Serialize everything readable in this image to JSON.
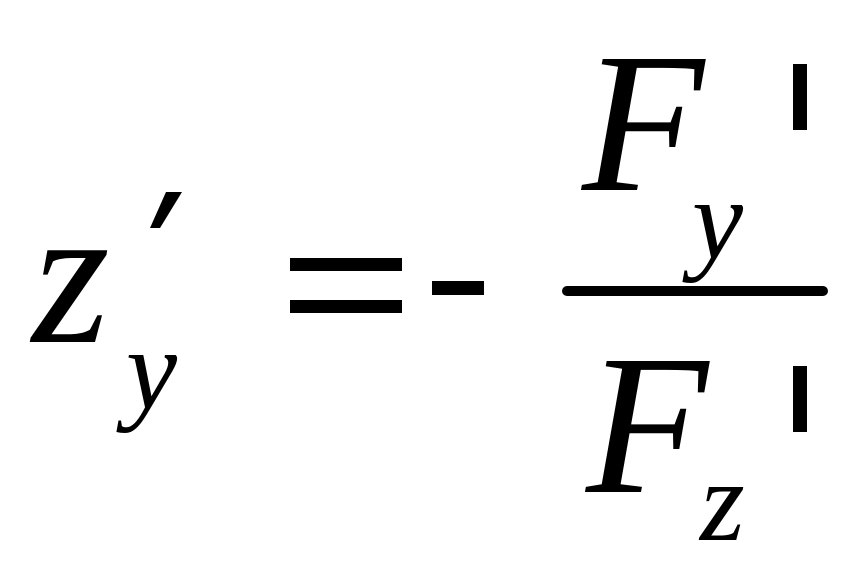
{
  "formula": {
    "lhs": {
      "variable": "z",
      "prime": "′",
      "subscript": "y"
    },
    "equals": "=",
    "minus": "-",
    "numerator": {
      "variable": "F",
      "subscript": "y",
      "prime": "'"
    },
    "denominator": {
      "variable": "F",
      "subscript": "z",
      "prime": "'"
    },
    "ink_color": "#000000"
  }
}
